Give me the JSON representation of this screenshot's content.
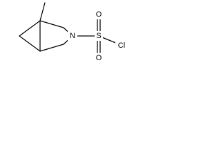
{
  "molecule": {
    "atoms": {
      "nitrogen": "N",
      "sulfur": "S",
      "oxygen_top": "O",
      "oxygen_bottom": "O",
      "chlorine": "Cl"
    }
  }
}
